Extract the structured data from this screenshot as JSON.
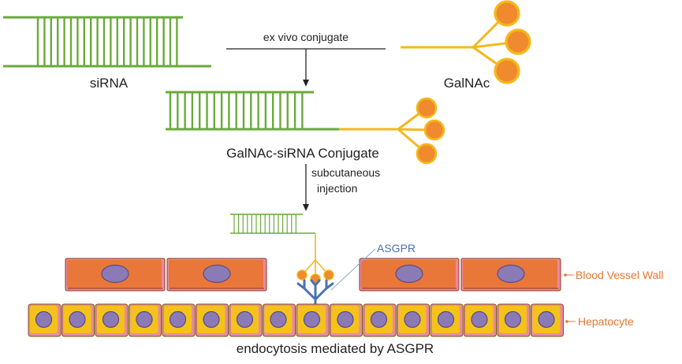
{
  "labels": {
    "sirna": "siRNA",
    "galnac": "GalNAc",
    "conjugate": "GalNAc-siRNA Conjugate",
    "step1": "ex vivo conjugate",
    "step2_line1": "subcutaneous",
    "step2_line2": "injection",
    "receptor": "ASGPR",
    "vessel": "Blood Vessel Wall",
    "hepatocyte": "Hepatocyte",
    "caption": "endocytosis mediated by ASGPR"
  },
  "colors": {
    "sirna": "#6aaa3a",
    "galnac_stem": "#f5b81c",
    "galnac_ball": "#ef8a2e",
    "galnac_ring": "#f5b81c",
    "vessel_fill": "#e9773a",
    "vessel_edge": "#8a3a1c",
    "vessel_pink": "#e98aa0",
    "nucleus": "#8c7ab6",
    "hepatocyte_fill": "#f4c21a",
    "hepatocyte_edge": "#7a5a10",
    "receptor": "#4a72b0",
    "label_orange": "#e5762e",
    "label_blue": "#4a72b0",
    "text": "#222222"
  }
}
